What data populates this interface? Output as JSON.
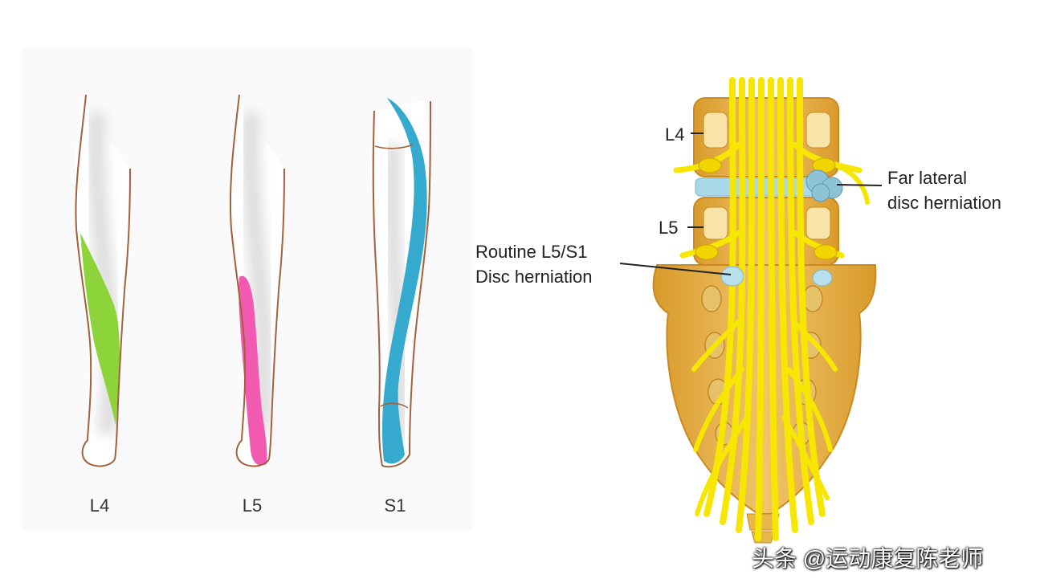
{
  "dermatomes": [
    {
      "label": "L4",
      "color": "#8cd43a"
    },
    {
      "label": "L5",
      "color": "#f25ab1"
    },
    {
      "label": "S1",
      "color": "#36a9cf"
    }
  ],
  "spine": {
    "vertebra_labels": [
      "L4",
      "L5"
    ],
    "far_lateral_label": [
      "Far lateral",
      "disc herniation"
    ],
    "routine_label": [
      "Routine L5/S1",
      "Disc herniation"
    ]
  },
  "watermark": "头条 @运动康复陈老师",
  "colors": {
    "nerve": "#f7e600",
    "bone": "#e8b74a",
    "bone_dark": "#c98a22",
    "disc": "#a9d8e8",
    "herniation": "#7fb6c9",
    "skin_outline": "#a0623a"
  }
}
